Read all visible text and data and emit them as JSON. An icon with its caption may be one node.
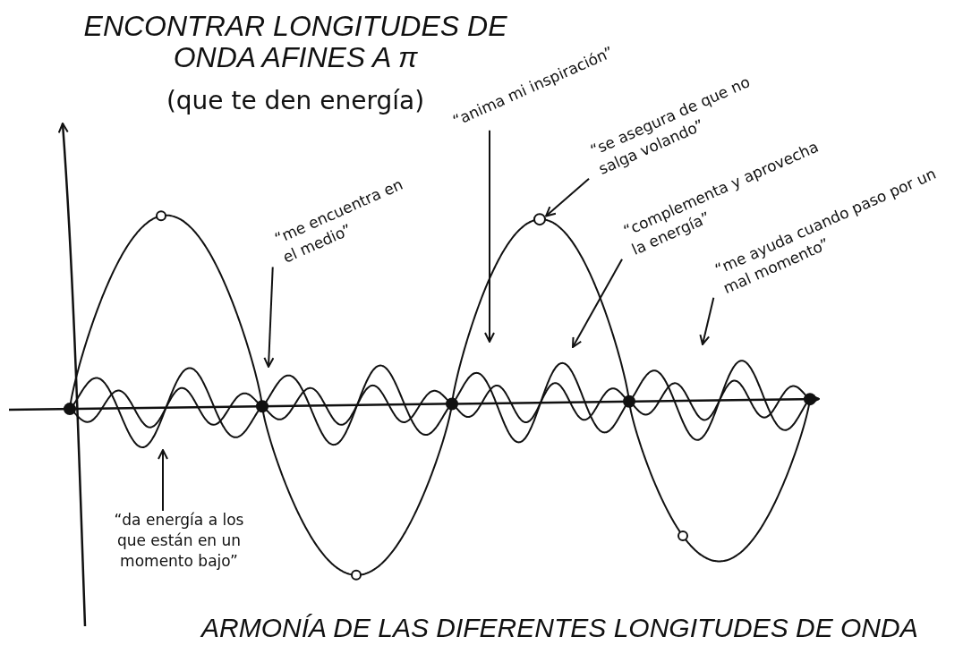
{
  "diagram": {
    "title": "ENCONTRAR LONGITUDES DE ONDA AFINES A π",
    "caption": "ARMONÍA DE LAS DIFERENTES LONGITUDES DE ONDA",
    "nodes": [
      {
        "text": [
          "“me encuentra en el medio”"
        ]
      },
      {
        "text": [
          "“anima mi inspiración”"
        ]
      },
      {
        "text": [
          "“se asegura de que no salga volando”"
        ]
      },
      {
        "text": [
          "“complementa y aprovecha la energía”"
        ]
      },
      {
        "text": [
          "“me ayuda cuando paso por un mal momento”"
        ]
      },
      {
        "text": [
          "“da energía a los que están en un momento bajo”"
        ]
      },
      {
        "text": [],
        "shape": "circle"
      }
    ],
    "edges": [
      {
        "from": 0,
        "to": null,
        "arrow": "to"
      },
      {
        "from": 1,
        "to": null,
        "arrow": "to"
      },
      {
        "from": 2,
        "to": 6,
        "arrow": "to"
      },
      {
        "from": 3,
        "to": null,
        "arrow": "to"
      },
      {
        "from": 4,
        "to": null,
        "arrow": "to"
      },
      {
        "from": 5,
        "to": null,
        "arrow": "to"
      }
    ],
    "labels": [
      "(que te den energía)"
    ]
  }
}
